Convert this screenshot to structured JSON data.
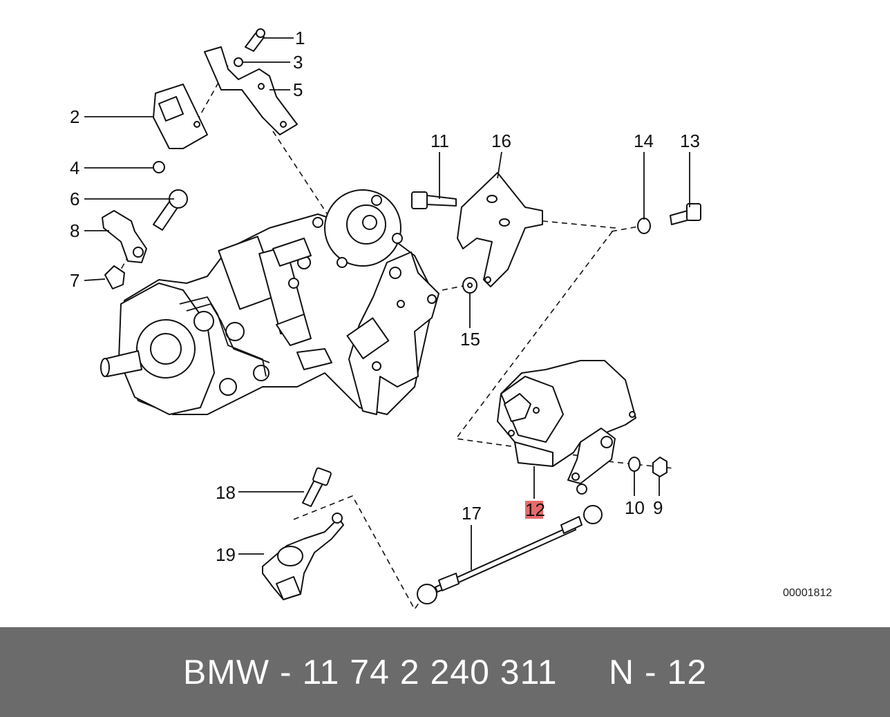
{
  "callouts": [
    {
      "label": "1"
    },
    {
      "label": "3"
    },
    {
      "label": "5"
    },
    {
      "label": "2"
    },
    {
      "label": "4"
    },
    {
      "label": "6"
    },
    {
      "label": "8"
    },
    {
      "label": "7"
    },
    {
      "label": "11"
    },
    {
      "label": "16"
    },
    {
      "label": "14"
    },
    {
      "label": "13"
    },
    {
      "label": "15"
    },
    {
      "label": "12"
    },
    {
      "label": "10"
    },
    {
      "label": "9"
    },
    {
      "label": "17"
    },
    {
      "label": "18"
    },
    {
      "label": "19"
    }
  ],
  "highlighted_callout": "12",
  "highlight_color": "#e86a6a",
  "footer_bg": "#6b6b6b",
  "reference_code": "00001812",
  "footer": {
    "text": "BMW - 11 74 2 240 311     N - 12"
  }
}
